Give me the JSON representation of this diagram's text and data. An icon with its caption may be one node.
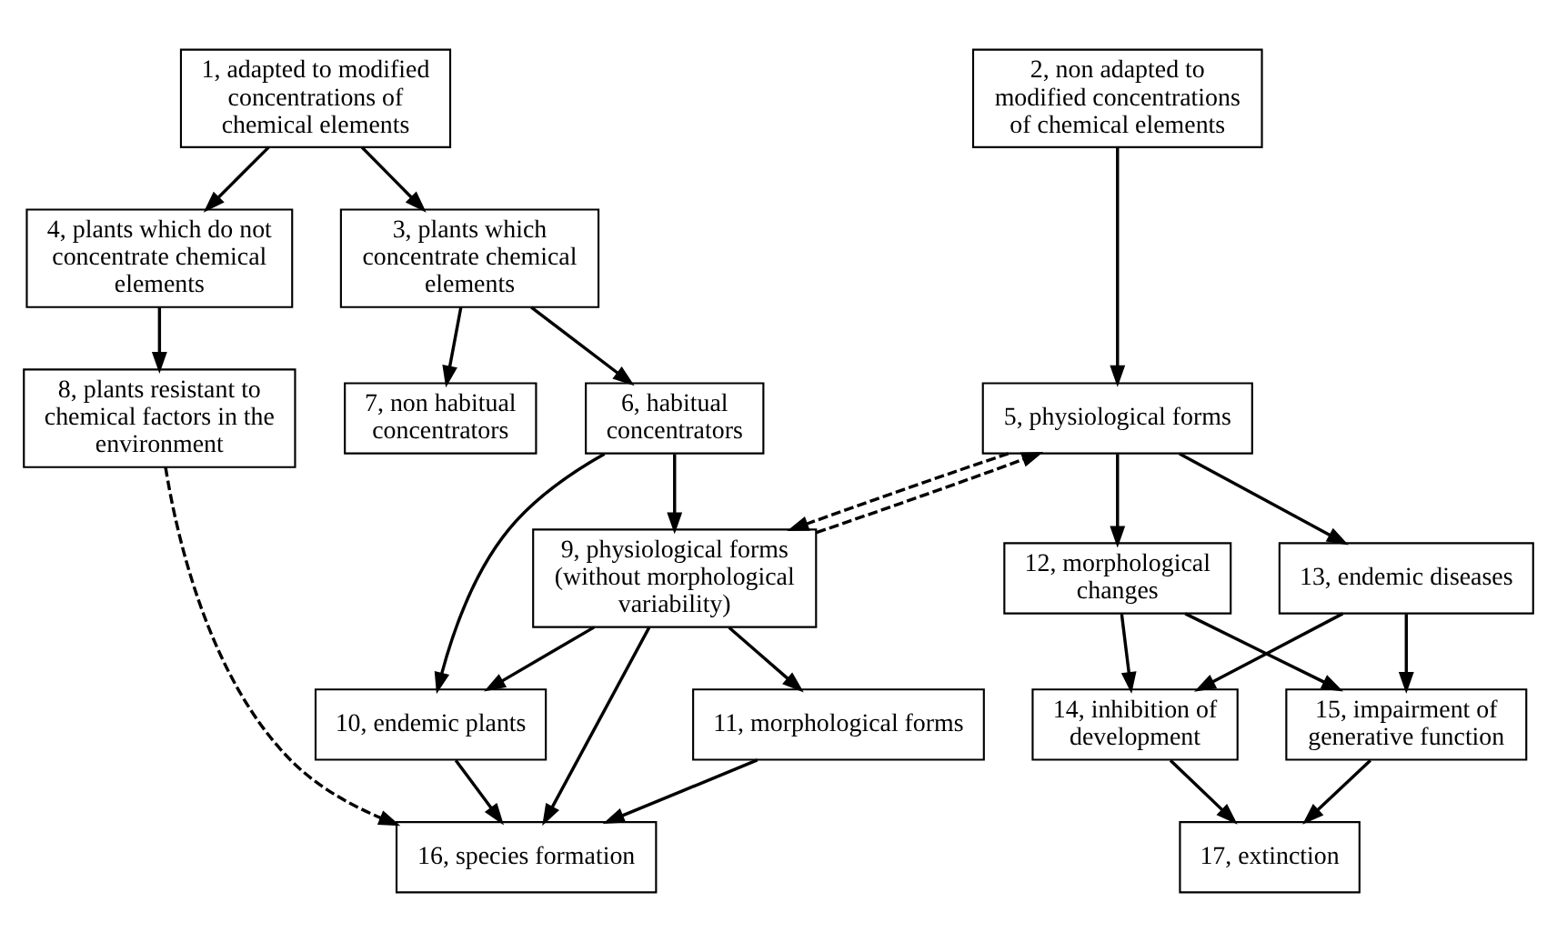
{
  "diagram": {
    "nodes": [
      {
        "text": [
          "1, adapted to modified concentrations of chemical elements"
        ]
      },
      {
        "text": [
          "2, non adapted to modified concentrations of chemical elements"
        ]
      },
      {
        "text": [
          "3, plants which concentrate chemical elements"
        ]
      },
      {
        "text": [
          "4, plants which do not concentrate chemical elements"
        ]
      },
      {
        "text": [
          "5, physiological forms"
        ]
      },
      {
        "text": [
          "6, habitual concentrators"
        ]
      },
      {
        "text": [
          "7, non habitual concentrators"
        ]
      },
      {
        "text": [
          "8, plants resistant to chemical factors in the environment"
        ]
      },
      {
        "text": [
          "9, physiological forms (without morphological variability)"
        ]
      },
      {
        "text": [
          "10, endemic plants"
        ]
      },
      {
        "text": [
          "11, morphological forms"
        ]
      },
      {
        "text": [
          "12, morphological changes"
        ]
      },
      {
        "text": [
          "13, endemic diseases"
        ]
      },
      {
        "text": [
          "14, inhibition of development"
        ]
      },
      {
        "text": [
          "15, impairment of generative function"
        ]
      },
      {
        "text": [
          "16, species formation"
        ]
      },
      {
        "text": [
          "17, extinction"
        ]
      }
    ],
    "edges": [
      {
        "from": 0,
        "to": 2,
        "arrow": "to"
      },
      {
        "from": 0,
        "to": 3,
        "arrow": "to"
      },
      {
        "from": 1,
        "to": 4,
        "arrow": "to"
      },
      {
        "from": 2,
        "to": 5,
        "arrow": "to"
      },
      {
        "from": 2,
        "to": 6,
        "arrow": "to"
      },
      {
        "from": 3,
        "to": 7,
        "arrow": "to"
      },
      {
        "from": 5,
        "to": 9,
        "arrow": "to"
      },
      {
        "from": 5,
        "to": 8,
        "arrow": "to"
      },
      {
        "from": 4,
        "to": 8,
        "arrow": "to",
        "style": "dashed"
      },
      {
        "from": 8,
        "to": 4,
        "arrow": "to",
        "style": "dashed"
      },
      {
        "from": 8,
        "to": 9,
        "arrow": "to"
      },
      {
        "from": 8,
        "to": 10,
        "arrow": "to"
      },
      {
        "from": 4,
        "to": 11,
        "arrow": "to"
      },
      {
        "from": 4,
        "to": 12,
        "arrow": "to"
      },
      {
        "from": 11,
        "to": 13,
        "arrow": "to"
      },
      {
        "from": 11,
        "to": 14,
        "arrow": "to"
      },
      {
        "from": 12,
        "to": 13,
        "arrow": "to"
      },
      {
        "from": 12,
        "to": 14,
        "arrow": "to"
      },
      {
        "from": 9,
        "to": 15,
        "arrow": "to"
      },
      {
        "from": 8,
        "to": 15,
        "arrow": "to"
      },
      {
        "from": 10,
        "to": 15,
        "arrow": "to"
      },
      {
        "from": 7,
        "to": 15,
        "arrow": "to",
        "style": "dashed"
      },
      {
        "from": 13,
        "to": 16,
        "arrow": "to"
      },
      {
        "from": 14,
        "to": 16,
        "arrow": "to"
      }
    ]
  }
}
